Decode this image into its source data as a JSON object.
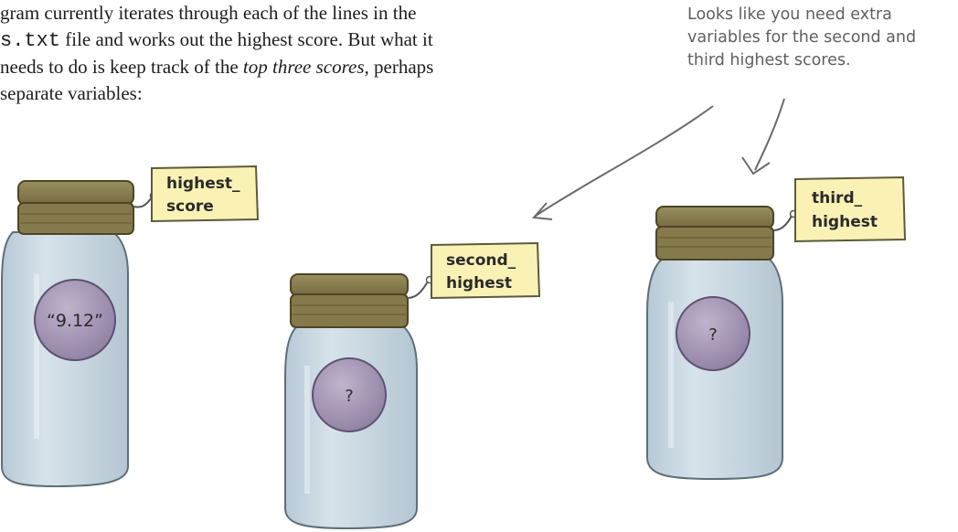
{
  "text": {
    "line1": "gram currently iterates through each of the lines in the",
    "line2_code": "s.txt",
    "line2_rest": " file and works out the highest score. But what it",
    "line3_pre": "needs to do is keep track of the ",
    "line3_em": "top three scores",
    "line3_post": ", perhaps",
    "line4": "separate variables:"
  },
  "annotation": {
    "line1": "Looks like you need extra",
    "line2": "variables for the second and",
    "line3": "third highest scores."
  },
  "jars": [
    {
      "tag_line1": "highest_",
      "tag_line2": "score",
      "label": "“9.12”"
    },
    {
      "tag_line1": "second_",
      "tag_line2": "highest",
      "label": "?"
    },
    {
      "tag_line1": "third_",
      "tag_line2": "highest",
      "label": "?"
    }
  ],
  "colors": {
    "jar_glass": "#c9d8e2",
    "lid": "#8a7f4f",
    "tag": "#faf2b5",
    "label_disc": "#a99bb8",
    "arrow": "#6a6a6a"
  }
}
